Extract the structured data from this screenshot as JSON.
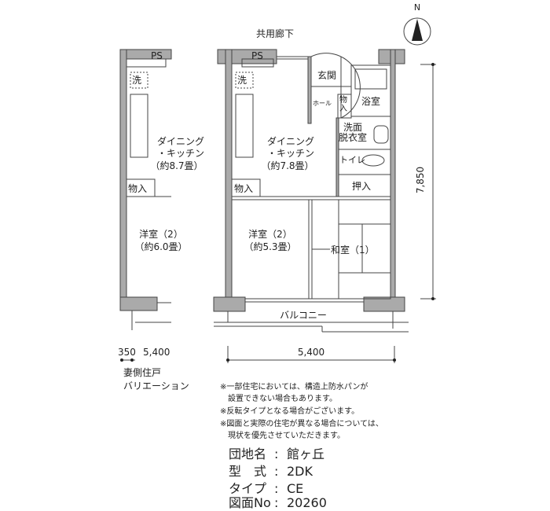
{
  "corridor": "共用廊下",
  "north": "N",
  "side_unit": {
    "ps": "PS",
    "wash": "洗",
    "dk": "ダイニング",
    "dk2": "・キッチン",
    "dk_size": "（約8.7畳）",
    "storage": "物入",
    "room": "洋室（2）",
    "room_size": "（約6.0畳）",
    "dim_a": "350",
    "dim_b": "5,400",
    "caption1": "妻側住戸",
    "caption2": "バリエーション"
  },
  "main_unit": {
    "ps": "PS",
    "wash": "洗",
    "entrance": "玄関",
    "hall": "ホール",
    "storage_small": "物入",
    "bath": "浴室",
    "washroom1": "洗面",
    "washroom2": "脱衣室",
    "toilet": "トイレ",
    "dk": "ダイニング",
    "dk2": "・キッチン",
    "dk_size": "（約7.8畳）",
    "storage": "物入",
    "closet": "押入",
    "room": "洋室（2）",
    "room_size": "（約5.3畳）",
    "japanese": "和室（1）",
    "balcony": "バルコニー",
    "width": "5,400",
    "depth": "7,850"
  },
  "notes": [
    "※一部住宅においては、構造上防水パンが",
    "　設置できない場合もあります。",
    "※反転タイプとなる場合がございます。",
    "※図面と実際の住宅が異なる場合については、",
    "　現状を優先させていただきます。"
  ],
  "info": [
    {
      "label": "団地名",
      "value": "館ヶ丘"
    },
    {
      "label": "型　式",
      "value": "2DK"
    },
    {
      "label": "タイプ",
      "value": "CE"
    },
    {
      "label": "図面No",
      "value": "20260"
    }
  ],
  "colors": {
    "wall": "#a9a9a9",
    "line": "#444444"
  }
}
